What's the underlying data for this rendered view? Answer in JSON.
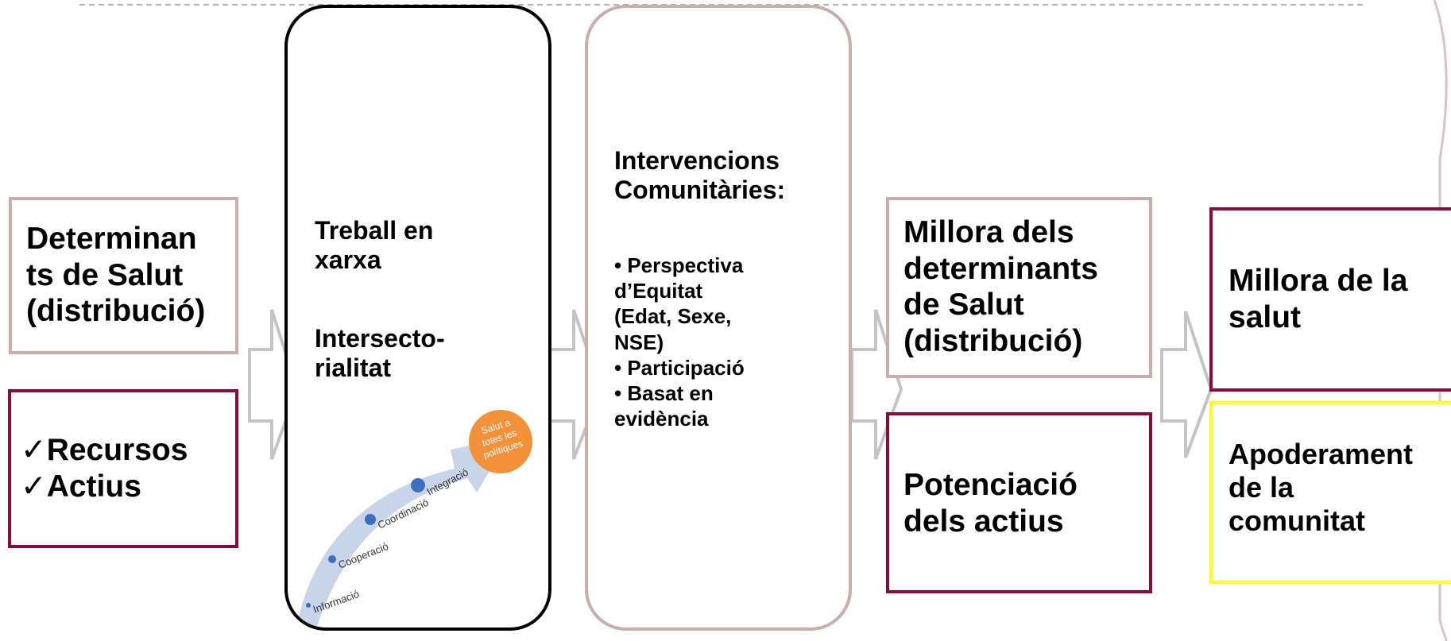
{
  "col1": {
    "determinants_text": "Determinan\nts de Salut\n(distribució)",
    "resources": [
      {
        "check": "✓",
        "label": "Recursos"
      },
      {
        "check": "✓",
        "label": "Actius"
      }
    ]
  },
  "col2": {
    "network_text": "Treball en\nxarxa",
    "intersect_text": "Intersecto-\nrialitat",
    "curve_labels": {
      "informacio": "Informació",
      "cooperacio": "Cooperació",
      "coordinacio": "Coordinació",
      "integracio": "Integració",
      "salut_line1": "Salut a",
      "salut_line2": "totes les",
      "salut_line3": "polítiques"
    }
  },
  "col3": {
    "title": "Intervencions\nComunitàries:",
    "bullets": "• Perspectiva\nd’Equitat\n(Edat, Sexe,\nNSE)\n• Participació\n• Basat en\nevidència"
  },
  "col4": {
    "millora_determinants": "Millora dels\ndeterminants\nde Salut\n(distribució)",
    "potenciacio": "Potenciació\ndels actius"
  },
  "col5": {
    "millora_salut": "Millora de la\nsalut",
    "apoderament": "Apoderament\nde la\ncomunitat"
  },
  "colors": {
    "pink_border": "#c9aeae",
    "maroon_border": "#8b0a3a",
    "yellow_border": "#ffff1a",
    "black_border": "#000000",
    "arrow_grey": "#bfbfbf",
    "curve_arrow": "#c8d4e8",
    "dot_blue": "#3e6fbf",
    "salut_orange": "#f2913a"
  }
}
